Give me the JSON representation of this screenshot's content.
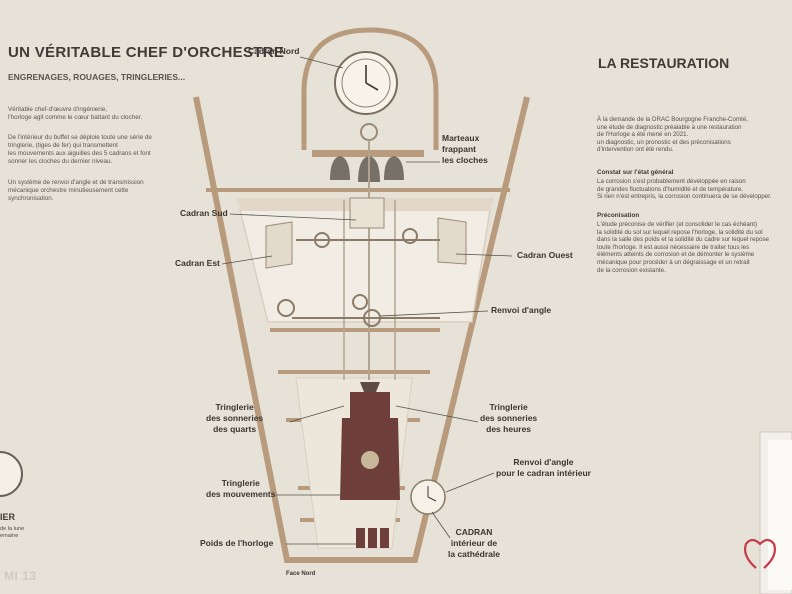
{
  "left_panel": {
    "title": "UN VÉRITABLE CHEF D'ORCHESTRE",
    "subtitle": "ENGRENAGES, ROUAGES, TRINGLERIES...",
    "paragraph_1": "Véritable chef-d'œuvre d'ingénierie,\nl'horloge agit comme le cœur battant du clocher.",
    "paragraph_2": "De l'intérieur du buffet se déploie toute une série de\ntringlerie, (tiges de fer) qui transmettent\nles mouvements aux aiguilles des 5 cadrans et font\nsonner les cloches du dernier niveau.",
    "paragraph_3": "Un système de renvoi d'angle et de transmission\nmécanique orchestre minutieusement cette\nsynchronisation.",
    "cut_text_big": "IER",
    "cut_text_small": "de la lune\nemaine"
  },
  "right_panel": {
    "title": "LA RESTAURATION",
    "intro": "À la demande de la DRAC Bourgogne Franche-Comté,\nune étude de diagnostic préalable à une restauration\nde l'Horloge a été mené en 2021.\nun diagnostic, un pronostic et des préconisations\nd'intervention ont été rendu.",
    "section1_title": "Constat sur l'état général",
    "section1_text": "La corrosion s'est probablement développée en raison\nde grandes fluctuations d'humidité et de température.\nSi rien n'est entrepris, la corrosion continuera de se développer.",
    "section2_title": "Préconisation",
    "section2_text": "L'étude préconise de vérifier (et consolider le cas échéant)\nla solidité du sol sur lequel repose l'horloge, la solidité du sol\ndans la salle des poids et la solidité du cadre sur lequel repose\ntoute l'horloge. Il est aussi nécessaire de traiter tous les\néléments atteints de corrosion et de démonter le système\nmécanique pour procéder à un dégraissage et un retrait\nde la corrosion existante."
  },
  "diagram_labels": {
    "cadran_nord": "Cadran Nord",
    "marteaux": "Marteaux\nfrappant\nles cloches",
    "cadran_sud": "Cadran Sud",
    "cadran_est": "Cadran Est",
    "cadran_ouest": "Cadran Ouest",
    "renvoi_angle": "Renvoi d'angle",
    "tringlerie_quarts": "Tringlerie\ndes sonneries\ndes quarts",
    "tringlerie_heures": "Tringlerie\ndes sonneries\ndes heures",
    "renvoi_interieur": "Renvoi d'angle\npour le cadran intérieur",
    "tringlerie_mouvements": "Tringlerie\ndes mouvements",
    "poids": "Poids de l'horloge",
    "cadran_interieur": "CADRAN\nintérieur de\nla cathédrale",
    "face_nord": "Face Nord"
  },
  "watermark": "MI 13",
  "colors": {
    "wall": "#e7e2d7",
    "tower": "#b89a7c",
    "mechanism": "#8a7a66",
    "clock_case": "#6e3f3a"
  }
}
